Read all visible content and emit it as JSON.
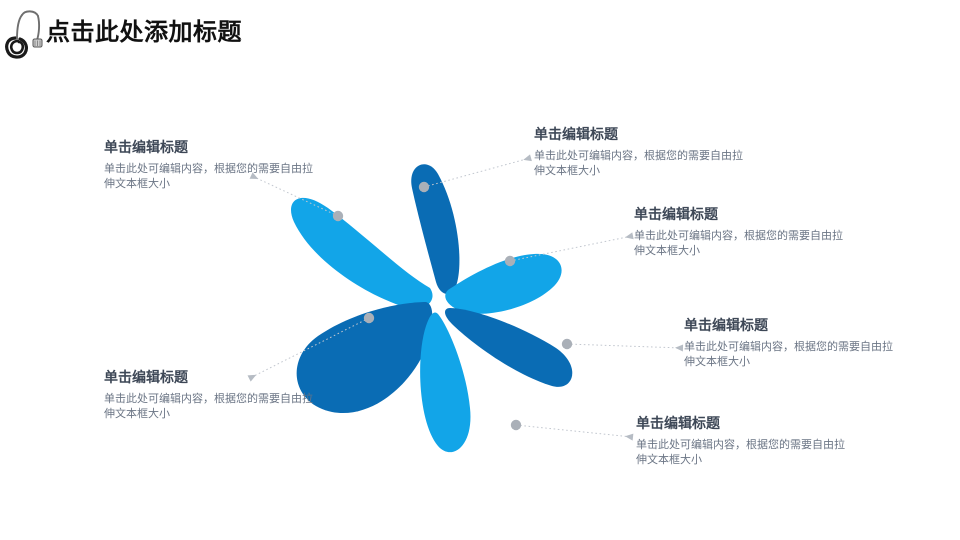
{
  "header": {
    "title": "点击此处添加标题",
    "icon": "stethoscope-icon"
  },
  "palette": {
    "light_blue": "#12A5E8",
    "dark_blue": "#0A6CB4",
    "dot_gray": "#AAB0B8",
    "line_gray": "#B9BEC6",
    "title_text": "#3d4756",
    "body_text": "#6b7585",
    "header_text": "#111111",
    "background": "#ffffff"
  },
  "callouts": [
    {
      "id": "callout-1",
      "title": "单击编辑标题",
      "body": "单击此处可编辑内容，根据您的需要自由拉伸文本框大小",
      "petal": "petal-upper-left",
      "petal_color": "#12A5E8"
    },
    {
      "id": "callout-2",
      "title": "单击编辑标题",
      "body": "单击此处可编辑内容，根据您的需要自由拉伸文本框大小",
      "petal": "petal-top",
      "petal_color": "#0A6CB4"
    },
    {
      "id": "callout-3",
      "title": "单击编辑标题",
      "body": "单击此处可编辑内容，根据您的需要自由拉伸文本框大小",
      "petal": "petal-right-upper",
      "petal_color": "#12A5E8"
    },
    {
      "id": "callout-4",
      "title": "单击编辑标题",
      "body": "单击此处可编辑内容，根据您的需要自由拉伸文本框大小",
      "petal": "petal-right-lower",
      "petal_color": "#0A6CB4"
    },
    {
      "id": "callout-5",
      "title": "单击编辑标题",
      "body": "单击此处可编辑内容，根据您的需要自由拉伸文本框大小",
      "petal": "petal-left-lower",
      "petal_color": "#0A6CB4"
    },
    {
      "id": "callout-6",
      "title": "单击编辑标题",
      "body": "单击此处可编辑内容，根据您的需要自由拉伸文本框大小",
      "petal": "petal-bottom",
      "petal_color": "#12A5E8"
    }
  ]
}
